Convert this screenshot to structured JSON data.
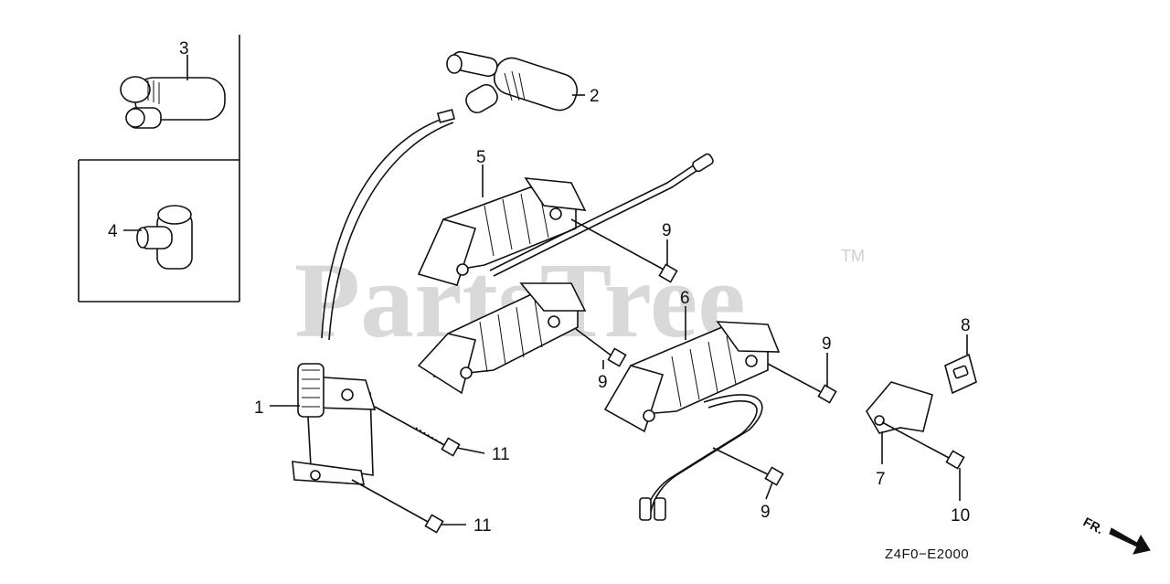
{
  "watermark": {
    "text": "PartsTree",
    "trademark": "TM"
  },
  "callouts": [
    {
      "label": "1"
    },
    {
      "label": "2"
    },
    {
      "label": "3"
    },
    {
      "label": "4"
    },
    {
      "label": "5"
    },
    {
      "label": "6"
    },
    {
      "label": "7"
    },
    {
      "label": "8"
    },
    {
      "label": "9"
    },
    {
      "label": "9"
    },
    {
      "label": "9"
    },
    {
      "label": "9"
    },
    {
      "label": "10"
    },
    {
      "label": "11"
    },
    {
      "label": "11"
    }
  ],
  "diagram_code": "Z4F0−E2000",
  "direction_marker": {
    "label": "FR.",
    "icon": "front-direction-arrow-icon"
  },
  "colors": {
    "line": "#111111",
    "watermark": "#d9d9d9",
    "background": "#ffffff"
  }
}
